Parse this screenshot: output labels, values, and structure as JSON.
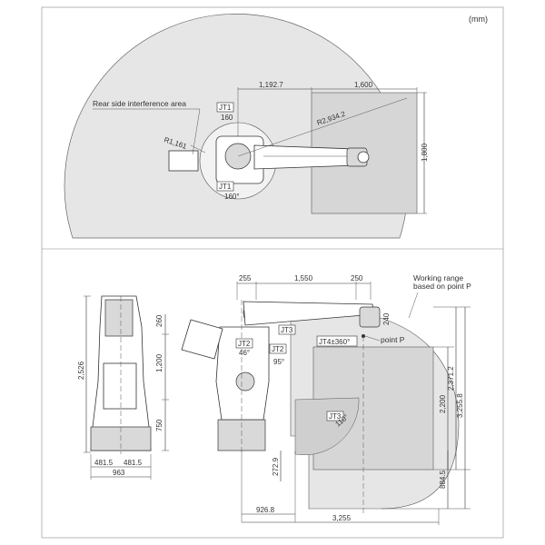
{
  "unit": "(mm)",
  "top_view": {
    "rear_label": "Rear side interference area",
    "dims": {
      "d1": "1,192.7",
      "d2": "1,600",
      "radius_large": "R2,934.2",
      "radius_rear": "R1,161",
      "side": "1,800",
      "angle_top": "160",
      "angle_bottom": "160°"
    },
    "jt_top": "JT1",
    "jt_bottom": "JT1"
  },
  "side_view": {
    "working_label_1": "Working range",
    "working_label_2": "based on point P",
    "point_p": "point P",
    "jt4": "JT4±360°",
    "jt2a": "JT2",
    "jt2b": "JT2",
    "jt3a": "JT3",
    "jt3b": "JT3",
    "angle_46": "46°",
    "angle_95": "95°",
    "angle_110": "110°",
    "dims": {
      "top_255": "255",
      "top_1550": "1,550",
      "top_250": "250",
      "d240": "240",
      "d260": "260",
      "d1200": "1,200",
      "d750": "750",
      "d2200": "2,200",
      "d2371": "2,371.2",
      "d3255v": "3,255.8",
      "d2729": "272.9",
      "d8845": "884.5",
      "d9268": "926.8",
      "d3255h": "3,255"
    }
  },
  "front_view": {
    "d2526": "2,526",
    "d481a": "481.5",
    "d481b": "481.5",
    "d963": "963"
  }
}
